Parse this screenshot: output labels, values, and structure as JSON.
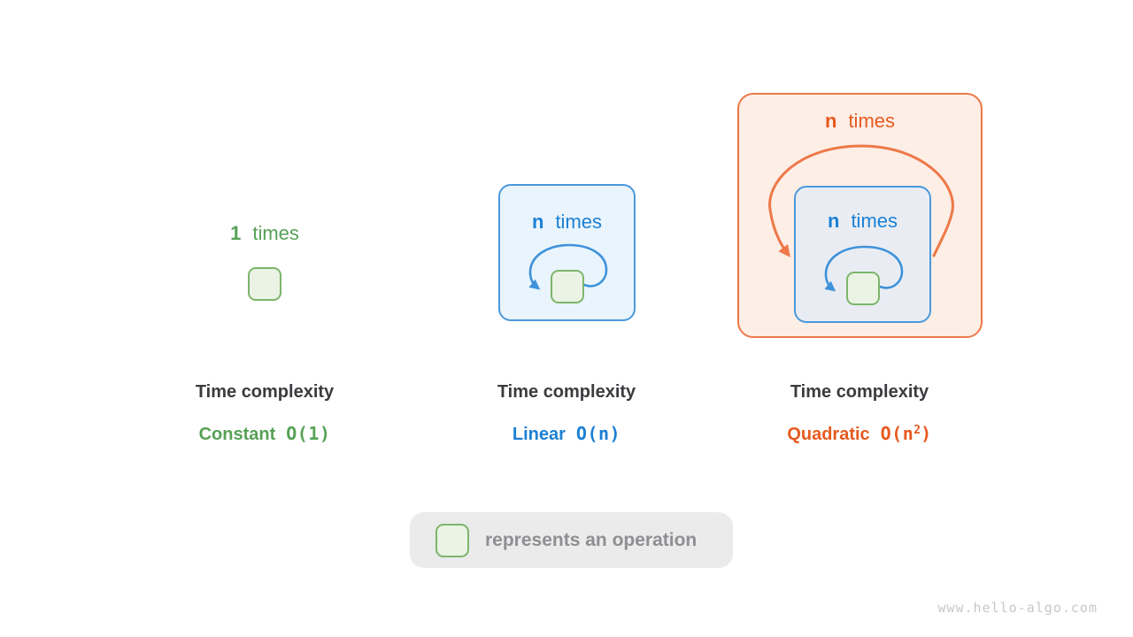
{
  "colors": {
    "green": "#57a156",
    "blue": "#1c80d4",
    "orange": "#e65a1e",
    "dark": "#3b3b3f",
    "square-fill": "#eaf3e4",
    "square-border": "#7db56b",
    "blue-panel-fill": "#e9f4fc",
    "blue-panel-border": "#4a99dc",
    "blue-loop": "#3e92da",
    "orange-panel-fill": "#fdeee6",
    "orange-panel-border": "#ee7848",
    "inner-panel-fill": "#e9edf3",
    "legend-bg": "#ebebeb",
    "legend-text": "#8f8f93",
    "watermark": "#c8c8cc"
  },
  "panels": [
    {
      "loop": {
        "count": "1",
        "word": "times"
      },
      "label": {
        "title": "Time complexity",
        "name": "Constant",
        "notation": "O(1)",
        "sup": "",
        "tail": ""
      }
    },
    {
      "loop": {
        "count": "n",
        "word": "times"
      },
      "label": {
        "title": "Time complexity",
        "name": "Linear",
        "notation": "O(n)",
        "sup": "",
        "tail": ""
      }
    },
    {
      "outer_loop": {
        "count": "n",
        "word": "times"
      },
      "inner_loop": {
        "count": "n",
        "word": "times"
      },
      "label": {
        "title": "Time complexity",
        "name": "Quadratic",
        "notation": "O(n",
        "sup": "2",
        "tail": ")"
      }
    }
  ],
  "legend": {
    "text": "represents an operation"
  },
  "watermark": "www.hello-algo.com"
}
